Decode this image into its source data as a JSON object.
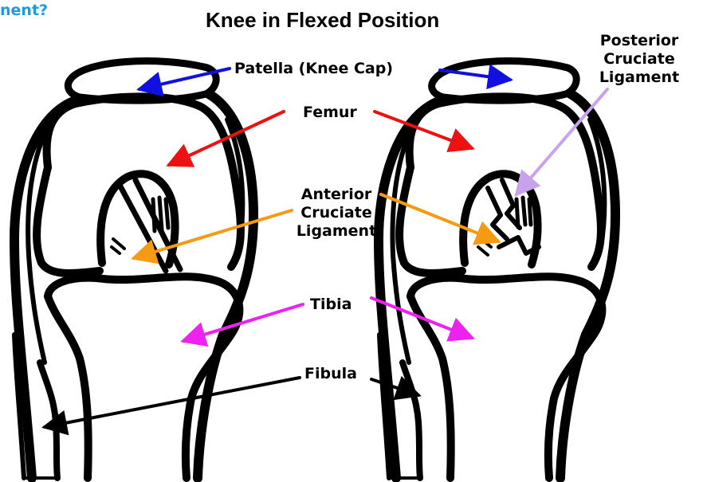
{
  "corner_text": "nent?",
  "title": "Knee in Flexed Position",
  "labels": {
    "patella": "Patella (Knee Cap)",
    "femur": "Femur",
    "acl": [
      "Anterior",
      "Cruciate",
      "Ligament"
    ],
    "pcl": [
      "Posterior",
      "Cruciate",
      "Ligament"
    ],
    "tibia": "Tibia",
    "fibula": "Fibula"
  },
  "colors": {
    "patella_arrow": "#1010e0",
    "femur_arrow": "#ee1111",
    "acl_arrow": "#f59a12",
    "pcl_arrow": "#c9a2ee",
    "tibia_arrow": "#ee22ee",
    "fibula_arrow": "#000000",
    "corner_text": "#1e9be0"
  }
}
